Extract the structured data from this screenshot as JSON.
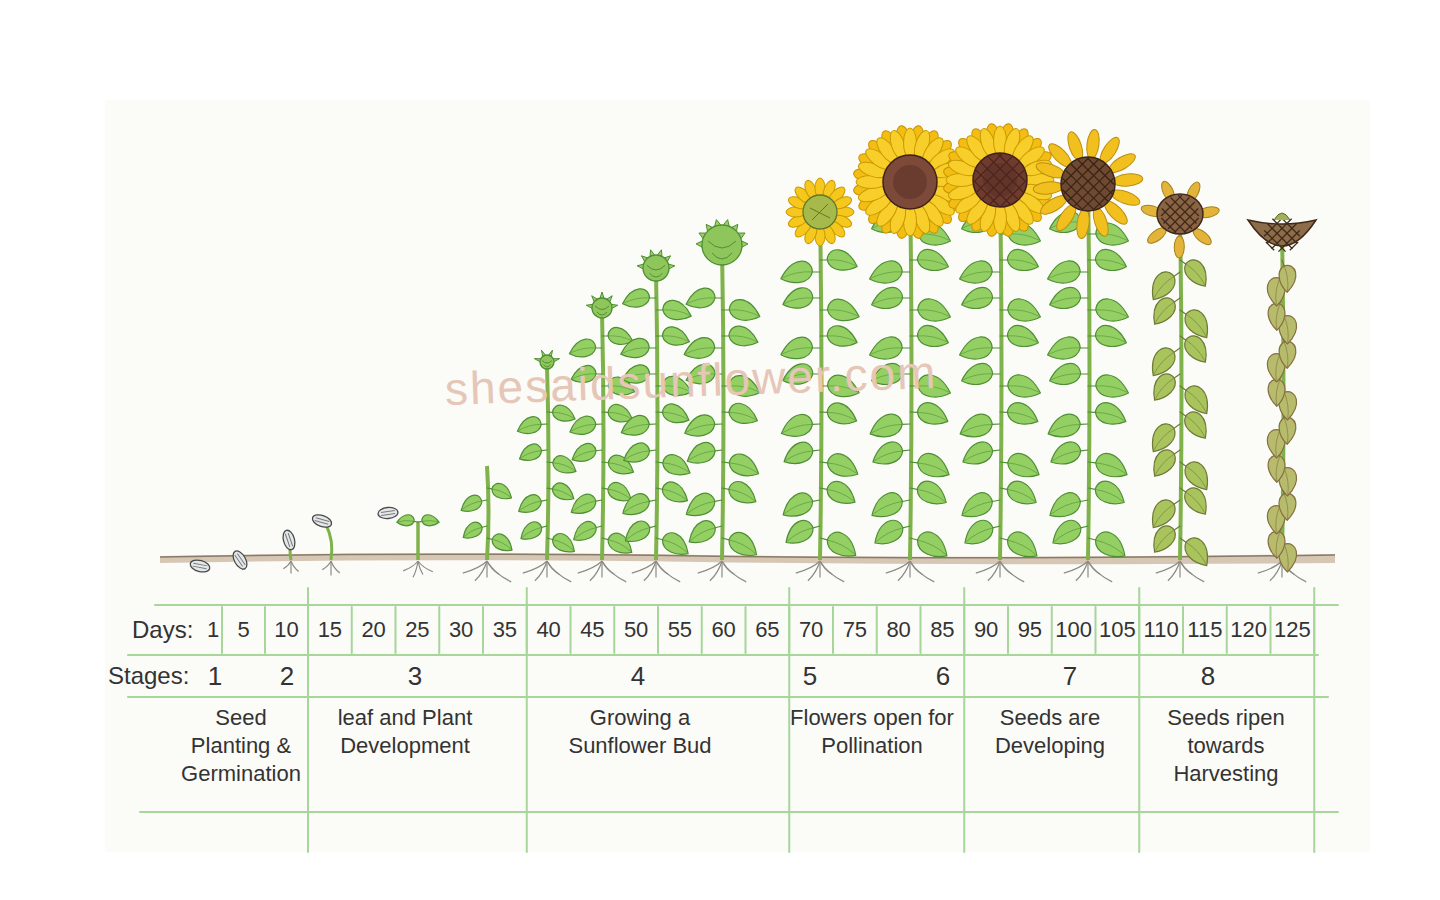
{
  "diagram": {
    "labels": [
      "Days:",
      "1",
      "5",
      "10",
      "15",
      "20",
      "25",
      "30",
      "35",
      "40",
      "45",
      "50",
      "55",
      "60",
      "65",
      "70",
      "75",
      "80",
      "85",
      "90",
      "95",
      "100",
      "105",
      "110",
      "115",
      "120",
      "125",
      "Stages:",
      "1",
      "2",
      "3",
      "4",
      "5",
      "6",
      "7",
      "8",
      "Seed Planting & Germination",
      "leaf and Plant Development",
      "Growing a Sunflower Bud",
      "Flowers open for Pollination",
      "Seeds are Developing",
      "Seeds ripen towards Harvesting",
      "shesaidsunflower.com"
    ]
  }
}
